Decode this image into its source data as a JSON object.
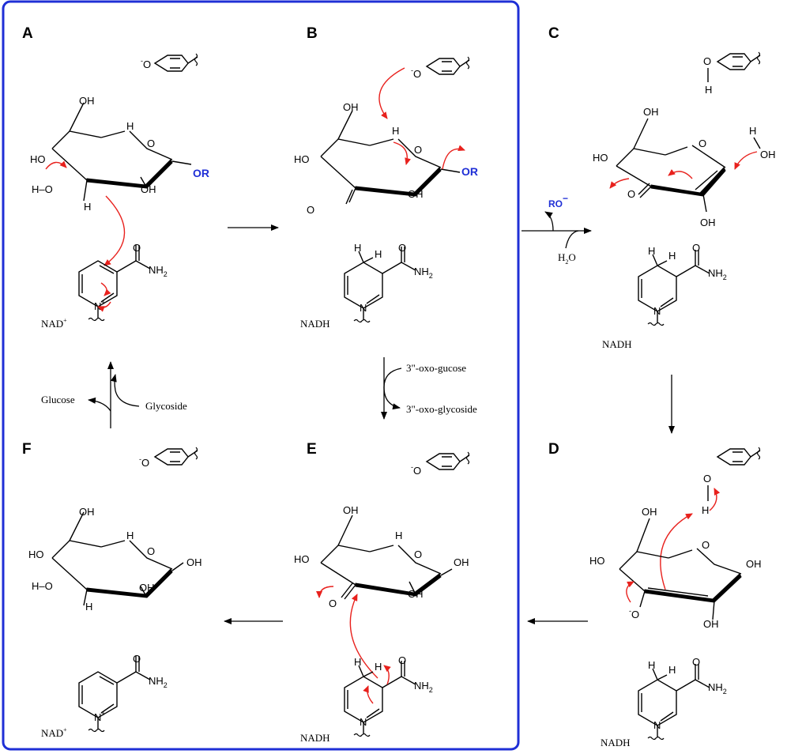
{
  "panels": [
    {
      "letter": "A",
      "cofactor": "NAD",
      "cofactor_sup": "+",
      "glycoside_group": "OR"
    },
    {
      "letter": "B",
      "cofactor": "NADH",
      "cofactor_sup": "",
      "glycoside_group": "OR"
    },
    {
      "letter": "C",
      "cofactor": "NADH",
      "cofactor_sup": ""
    },
    {
      "letter": "D",
      "cofactor": "NADH",
      "cofactor_sup": ""
    },
    {
      "letter": "E",
      "cofactor": "NADH",
      "cofactor_sup": ""
    },
    {
      "letter": "F",
      "cofactor": "NAD",
      "cofactor_sup": "+"
    }
  ],
  "labels": {
    "oh": "OH",
    "h": "H",
    "o": "O",
    "n": "N",
    "o_minus": "-O",
    "nh2": "NH2",
    "amide_o": "O",
    "ho": "HO"
  },
  "transitions": {
    "c_step_leaving": "RO",
    "c_step_leaving_sup": "−",
    "c_step_water": "H2O",
    "be_step_in": "3\"-oxo-gucose",
    "be_step_out": "3\"-oxo-glycoside",
    "fa_step_in": "Glycoside",
    "fa_step_out": "Glucose"
  },
  "colors": {
    "frame": "#1f2fd6",
    "mechanism_arrows": "#e8211d",
    "leaving_group": "#1f2fd6"
  }
}
